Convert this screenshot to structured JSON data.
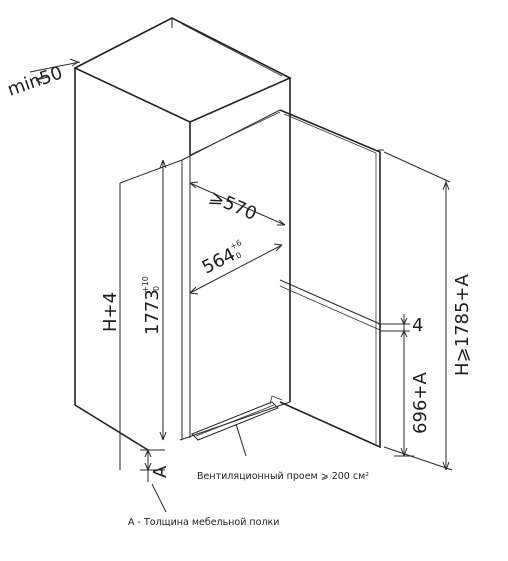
{
  "labels": {
    "min_gap": "min50",
    "height_cabinet": "H+4",
    "height_fridge": "1773",
    "height_fridge_tol_upper": "+10",
    "height_fridge_tol_lower": "0",
    "depth_min": "⩾570",
    "depth_fridge": "564",
    "depth_fridge_tol_upper": "+6",
    "depth_fridge_tol_lower": "0",
    "height_niche": "H⩾1785+A",
    "door_gap": "4",
    "lower_door": "696+A",
    "shelf_a": "A",
    "vent_note": "Вентиляционный проем ⩾ 200 см²",
    "legend_a": "A - Толщина мебельной полки"
  }
}
